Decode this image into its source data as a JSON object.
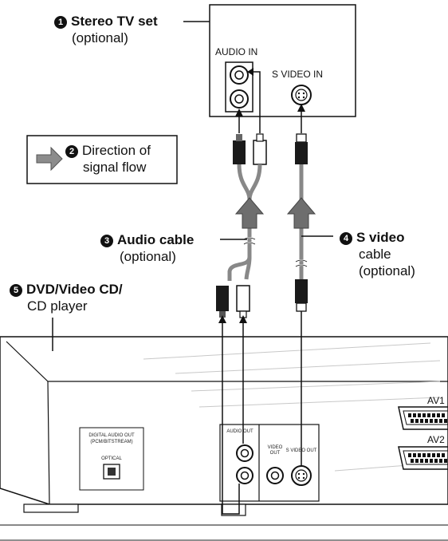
{
  "labels": {
    "tv": {
      "num": "1",
      "name": "Stereo TV set",
      "opt": "(optional)"
    },
    "flow": {
      "num": "2",
      "line1": "Direction of",
      "line2": "signal flow"
    },
    "audio": {
      "num": "3",
      "name": "Audio cable",
      "opt": "(optional)"
    },
    "svideo": {
      "num": "4",
      "line1": "S video",
      "line2": "cable",
      "opt": "(optional)"
    },
    "player": {
      "num": "5",
      "line1": "DVD/Video CD/",
      "line2": "CD player"
    }
  },
  "tv_panel": {
    "audio_in": "AUDIO IN",
    "svideo_in": "S VIDEO IN"
  },
  "player_panel": {
    "digital_line1": "DIGITAL AUDIO OUT",
    "digital_line2": "(PCM/BITSTREAM)",
    "optical": "OPTICAL",
    "audio_out": "AUDIO OUT",
    "video_out_1": "VIDEO",
    "video_out_2": "OUT",
    "svideo_out": "S VIDEO OUT",
    "av1": "AV1",
    "av2": "AV2"
  }
}
